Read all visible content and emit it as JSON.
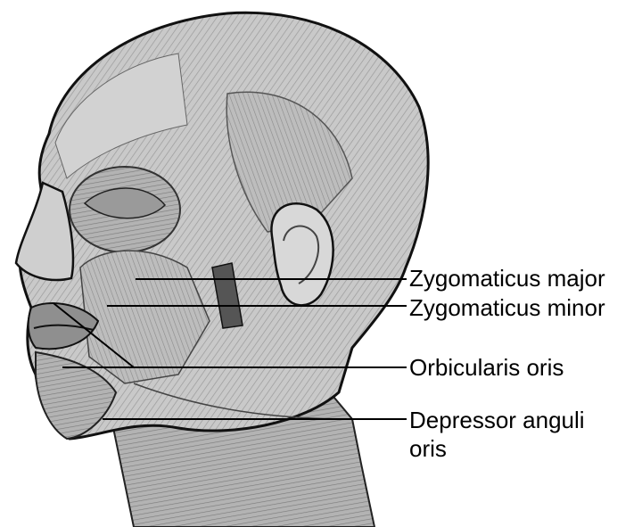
{
  "labels": {
    "zygomaticus_major": "Zygomaticus major",
    "zygomaticus_minor": "Zygomaticus minor",
    "orbicularis_oris": "Orbicularis oris",
    "depressor_anguli_oris_line1": "Depressor anguli",
    "depressor_anguli_oris_line2": "oris"
  },
  "colors": {
    "background": "#ffffff",
    "ink": "#000000",
    "muscle_dark": "#6e6e6e",
    "muscle_mid": "#a8a8a8",
    "muscle_light": "#d9d9d9"
  }
}
